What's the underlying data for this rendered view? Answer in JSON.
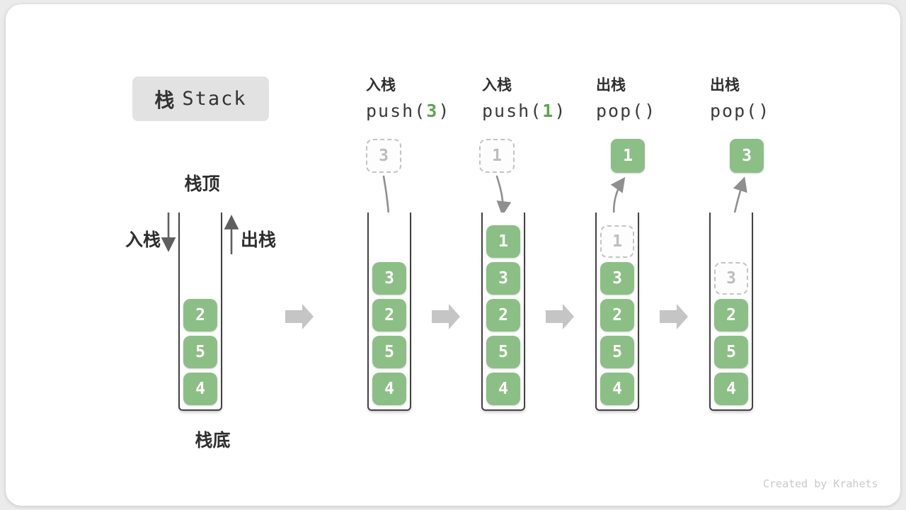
{
  "figure": {
    "title_zh": "栈",
    "title_en": "Stack",
    "watermark": "Created by Krahets"
  },
  "labels": {
    "stack_top": "栈顶",
    "stack_bottom": "栈底",
    "push_side": "入栈",
    "pop_side": "出栈"
  },
  "icons": {
    "push_direction": "down-arrow",
    "pop_direction": "up-arrow",
    "step": "right-block-arrow",
    "push_flow": "curved-down-arrow",
    "pop_flow": "curved-up-arrow"
  },
  "colors": {
    "element_green": "#8cbf85",
    "code_arg_green": "#5fa352",
    "ghost_gray": "#bdbdbd",
    "step_arrow_gray": "#c5c5c5",
    "flow_arrow_gray": "#8f8f8f",
    "dark_arrow_gray": "#5f5f5f",
    "title_bg": "#e2e2e2"
  },
  "stages": [
    {
      "name": "initial",
      "items": [
        "2",
        "5",
        "4"
      ]
    },
    {
      "name": "push-3",
      "op": "入栈",
      "code_pre": "push(",
      "code_arg": "3",
      "code_post": ")",
      "floating": "3",
      "items": [
        "3",
        "2",
        "5",
        "4"
      ]
    },
    {
      "name": "push-1",
      "op": "入栈",
      "code_pre": "push(",
      "code_arg": "1",
      "code_post": ")",
      "floating": "1",
      "items": [
        "1",
        "3",
        "2",
        "5",
        "4"
      ]
    },
    {
      "name": "pop-1",
      "op": "出栈",
      "code_pre": "pop(",
      "code_arg": "",
      "code_post": ")",
      "floating": "1",
      "ghost": "1",
      "items": [
        "3",
        "2",
        "5",
        "4"
      ]
    },
    {
      "name": "pop-3",
      "op": "出栈",
      "code_pre": "pop(",
      "code_arg": "",
      "code_post": ")",
      "floating": "3",
      "ghost": "3",
      "items": [
        "2",
        "5",
        "4"
      ]
    }
  ]
}
